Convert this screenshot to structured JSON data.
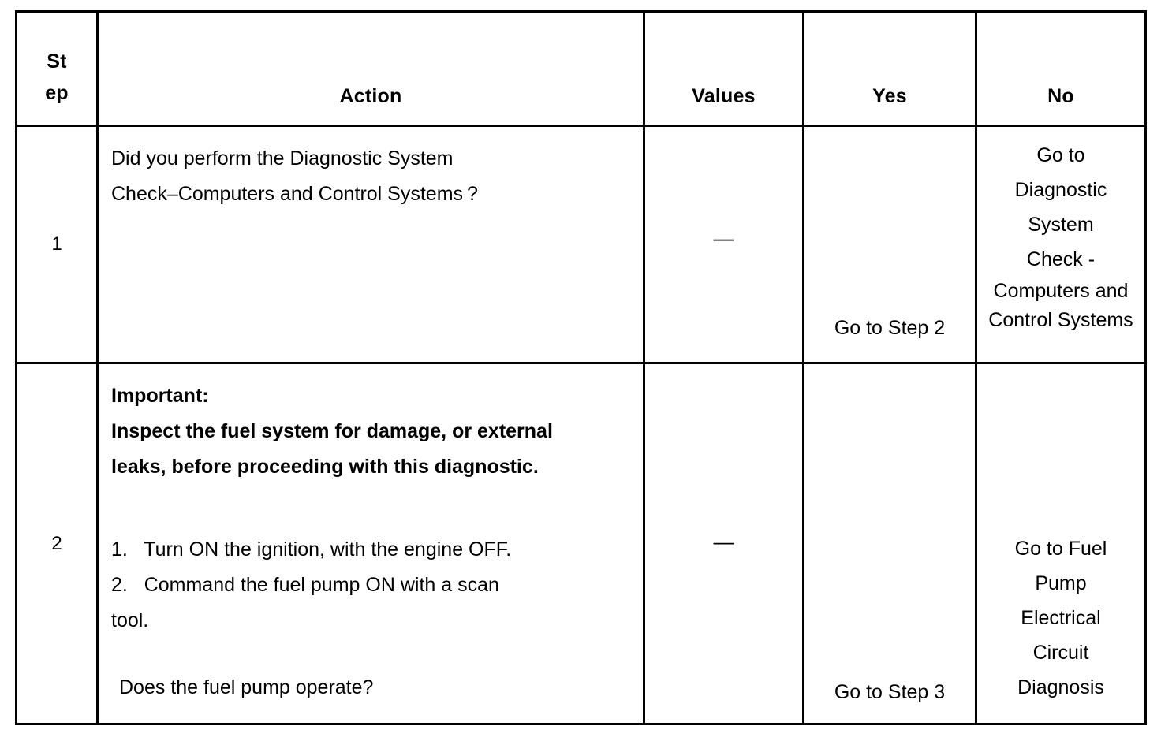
{
  "table": {
    "columns": [
      {
        "key": "step",
        "header_lines": [
          "St",
          "ep"
        ]
      },
      {
        "key": "action",
        "header_lines": [
          "Action"
        ]
      },
      {
        "key": "values",
        "header_lines": [
          "Values"
        ]
      },
      {
        "key": "yes",
        "header_lines": [
          "Yes"
        ]
      },
      {
        "key": "no",
        "header_lines": [
          "No"
        ]
      }
    ],
    "headers": {
      "step_line1": "St",
      "step_line2": "ep",
      "action": "Action",
      "values": "Values",
      "yes": "Yes",
      "no": "No"
    },
    "rows": [
      {
        "step": "1",
        "action": {
          "lines": [
            "Did you perform the Diagnostic System",
            "Check–Computers and Control Systems ?"
          ]
        },
        "values": "—",
        "yes": "Go to Step 2",
        "no_lines": [
          "Go to",
          "Diagnostic",
          "System",
          "Check -",
          "Computers and",
          "Control Systems"
        ]
      },
      {
        "step": "2",
        "action": {
          "important_label": "Important:",
          "important_lines": [
            "Inspect the fuel system for damage, or external",
            "leaks, before proceeding with this diagnostic."
          ],
          "steps": [
            "1.   Turn ON the ignition, with the engine OFF.",
            "2.   Command the fuel pump ON with a scan",
            "tool."
          ],
          "question": "Does the fuel pump operate?"
        },
        "values": "—",
        "yes": "Go to Step 3",
        "no_lines": [
          "Go to Fuel",
          "Pump",
          "Electrical",
          "Circuit",
          "Diagnosis"
        ]
      }
    ]
  },
  "colors": {
    "background": "#ffffff",
    "text": "#000000",
    "border": "#000000"
  }
}
